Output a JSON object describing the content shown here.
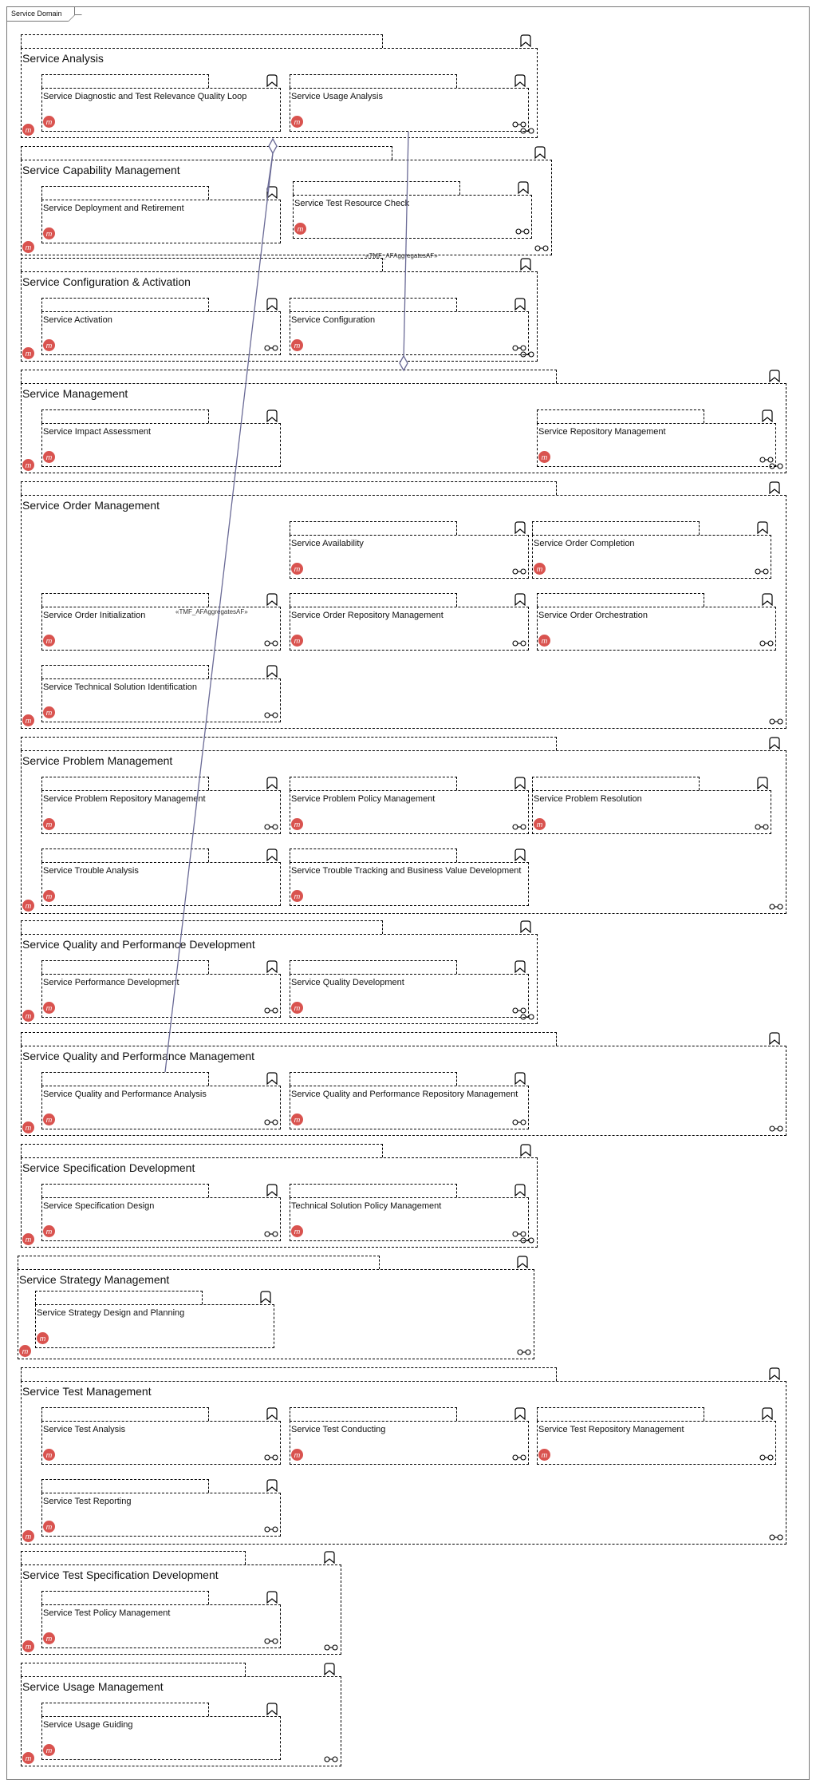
{
  "frame": {
    "label": "Service Domain"
  },
  "colors": {
    "accent": "#d9534f",
    "connector": "#6a6a96",
    "border": "#000000"
  },
  "connector_labels": [
    "«TMF_AFAggregatesAF»",
    "«TMF_AFAggregatesAF»"
  ],
  "packages": [
    {
      "title": "Service Analysis",
      "components": [
        "Service Diagnostic and Test Relevance Quality Loop",
        "Service Usage Analysis"
      ]
    },
    {
      "title": "Service Capability Management",
      "components": [
        "Service Deployment and Retirement",
        "Service Test Resource Check"
      ]
    },
    {
      "title": "Service Configuration & Activation",
      "components": [
        "Service Activation",
        "Service Configuration"
      ]
    },
    {
      "title": "Service Management",
      "components": [
        "Service Impact Assessment",
        "Service Repository Management"
      ]
    },
    {
      "title": "Service Order Management",
      "components": [
        "Service Availability",
        "Service Order Completion",
        "Service Order Initialization",
        "Service Order Repository Management",
        "Service Order Orchestration",
        "Service Technical Solution Identification"
      ]
    },
    {
      "title": "Service Problem Management",
      "components": [
        "Service Problem Repository Management",
        "Service Problem Policy Management",
        "Service Problem Resolution",
        "Service Trouble Analysis",
        "Service Trouble Tracking and Business Value Development"
      ]
    },
    {
      "title": "Service Quality and Performance Development",
      "components": [
        "Service Performance Development",
        "Service Quality Development"
      ]
    },
    {
      "title": "Service Quality and Performance Management",
      "components": [
        "Service Quality and Performance Analysis",
        "Service Quality and Performance Repository Management"
      ]
    },
    {
      "title": "Service Specification Development",
      "components": [
        "Service Specification Design",
        "Technical Solution Policy Management"
      ]
    },
    {
      "title": "Service Strategy Management",
      "components": [
        "Service Strategy Design and Planning"
      ]
    },
    {
      "title": "Service Test Management",
      "components": [
        "Service Test Analysis",
        "Service Test Conducting",
        "Service Test Repository Management",
        "Service Test Reporting"
      ]
    },
    {
      "title": "Service Test Specification Development",
      "components": [
        "Service Test Policy Management"
      ]
    },
    {
      "title": "Service Usage Management",
      "components": [
        "Service Usage Guiding"
      ]
    }
  ]
}
